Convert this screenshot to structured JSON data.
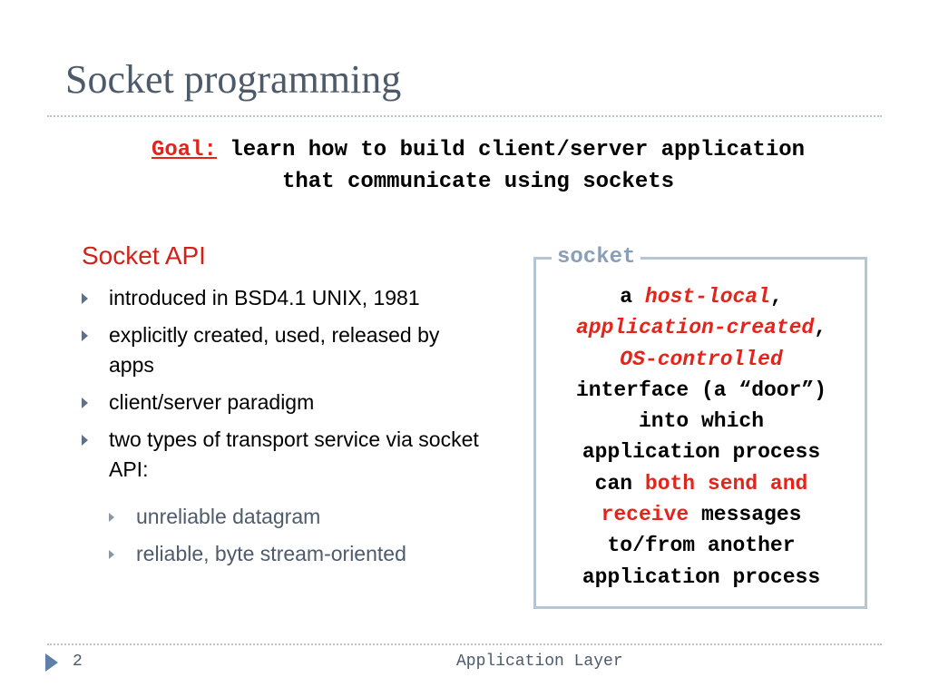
{
  "slide": {
    "title": "Socket programming",
    "goal_label": "Goal:",
    "goal_line1": "learn how to build client/server application",
    "goal_line2": "that communicate using sockets",
    "section_title": "Socket API",
    "bullets": [
      "introduced in BSD4.1 UNIX, 1981",
      "explicitly created, used, released by apps",
      "client/server paradigm",
      "two types of transport service via socket API:"
    ],
    "sub_bullets": [
      "unreliable datagram",
      "reliable, byte stream-oriented"
    ],
    "box": {
      "label": "socket",
      "a": "a",
      "host_local": "host-local",
      "comma1": ",",
      "app_created": "application-created",
      "comma2": ",",
      "os_controlled": "OS-controlled",
      "line_interface": "interface (a “door”)",
      "line_into": "into which",
      "line_app": "application process",
      "can": "can",
      "both_send": "both send and",
      "receive": "receive",
      "messages": "messages",
      "line_tofrom": "to/from another",
      "line_app2": "application process"
    },
    "footer": {
      "page_number": "2",
      "text": "Application Layer"
    }
  },
  "colors": {
    "accent_red": "#e3241b",
    "title_gray": "#4d5a6a",
    "box_border": "#b6c5d2",
    "bullet_marker": "#5e6f86"
  }
}
